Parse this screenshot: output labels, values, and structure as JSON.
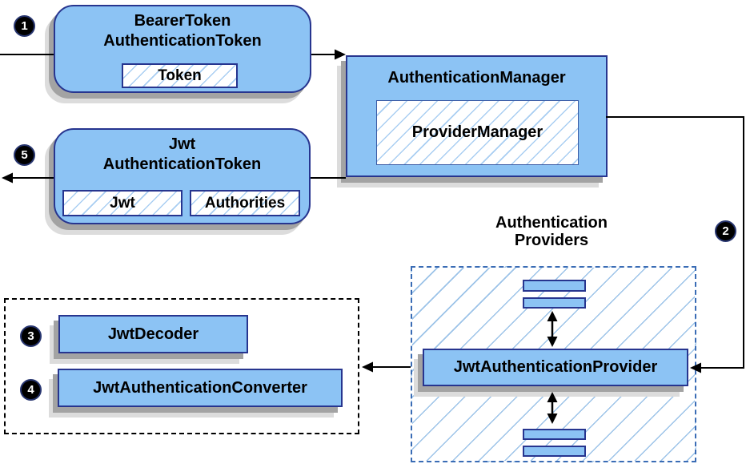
{
  "diagram": {
    "steps": [
      "1",
      "2",
      "3",
      "4",
      "5"
    ],
    "nodes": {
      "bearer_token": {
        "title_line1": "BearerToken",
        "title_line2": "AuthenticationToken",
        "chip": "Token"
      },
      "authentication_manager": {
        "title": "AuthenticationManager",
        "inner": "ProviderManager"
      },
      "jwt_authentication_token": {
        "title_line1": "Jwt",
        "title_line2": "AuthenticationToken",
        "chips": [
          "Jwt",
          "Authorities"
        ]
      },
      "providers_group": {
        "label_line1": "Authentication",
        "label_line2": "Providers",
        "main": "JwtAuthenticationProvider"
      },
      "decoder_group": {
        "decoder": "JwtDecoder",
        "converter": "JwtAuthenticationConverter"
      }
    },
    "colors": {
      "node_fill": "#8cc3f4",
      "node_border": "#27358f",
      "hatch_line": "#a9cef2",
      "providers_hatch_line": "#9cc3e8",
      "providers_dash_border": "#3a6cb5",
      "black_dash_border": "#000000",
      "shadow_dark": "#a3a3a3",
      "shadow_light": "#dcdcdc",
      "arrow": "#000000"
    }
  }
}
